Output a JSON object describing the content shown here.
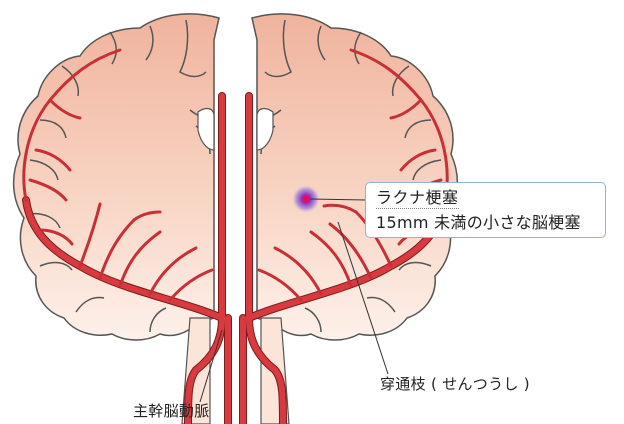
{
  "callout": {
    "title": "ラクナ梗塞",
    "description": "15mm 未満の小さな脳梗塞"
  },
  "labels": {
    "basilar_artery": "主幹脳動脈",
    "perforating_branch": "穿通枝 ( せんつうし )"
  },
  "colors": {
    "artery": "#d93a3f",
    "artery_outline": "#7a1c1c",
    "cortex_light": "#fbe4d8",
    "cortex_dark": "#f0b7a1",
    "infarct": "#7a4fc0",
    "callout_border": "#8fb4d9"
  }
}
